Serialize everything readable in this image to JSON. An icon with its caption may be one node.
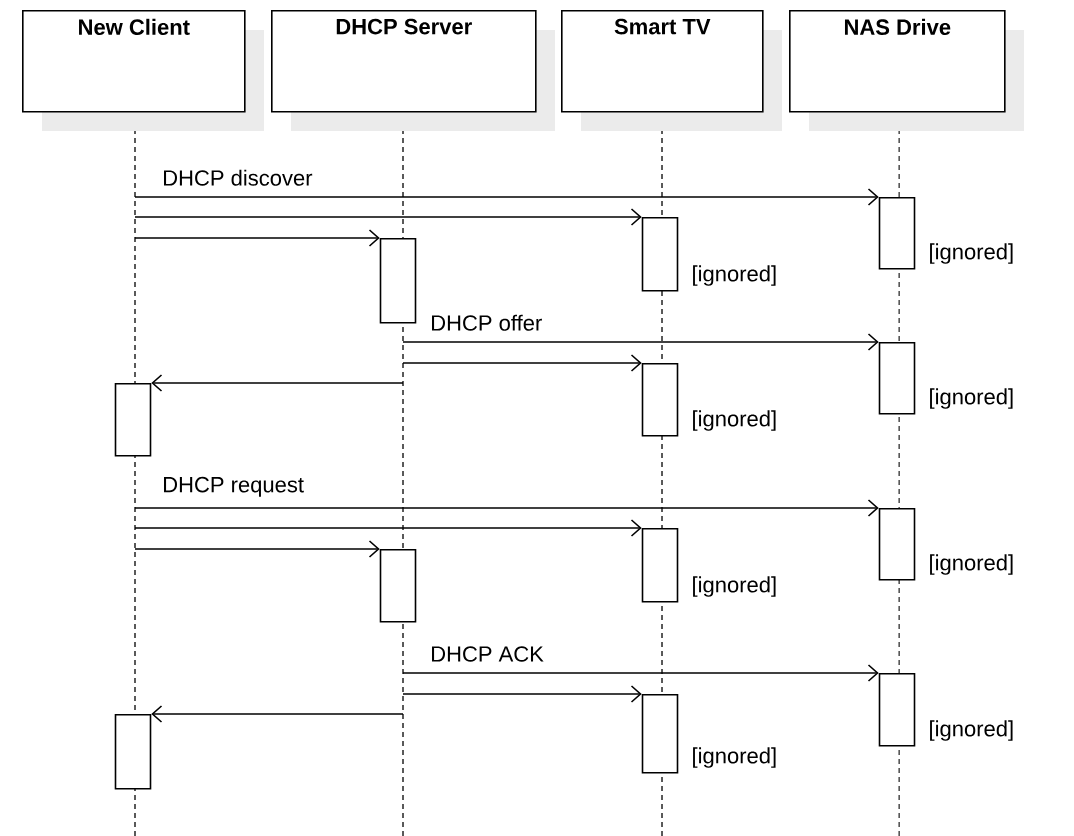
{
  "diagram": {
    "nodes": [
      {
        "text": [
          "New Client"
        ]
      },
      {
        "text": [
          "DHCP Server"
        ]
      },
      {
        "text": [
          "Smart TV"
        ]
      },
      {
        "text": [
          "NAS Drive"
        ]
      },
      {
        "text": [],
        "shape": "box",
        "beside": [
          "[ignored]"
        ]
      },
      {
        "text": [],
        "shape": "box",
        "beside": [
          "[ignored]"
        ]
      },
      {
        "text": [],
        "shape": "box"
      },
      {
        "text": [],
        "shape": "box",
        "beside": [
          "[ignored]"
        ]
      },
      {
        "text": [],
        "shape": "box",
        "beside": [
          "[ignored]"
        ]
      },
      {
        "text": [],
        "shape": "box"
      },
      {
        "text": [],
        "shape": "box",
        "beside": [
          "[ignored]"
        ]
      },
      {
        "text": [],
        "shape": "box",
        "beside": [
          "[ignored]"
        ]
      },
      {
        "text": [],
        "shape": "box"
      },
      {
        "text": [],
        "shape": "box",
        "beside": [
          "[ignored]"
        ]
      },
      {
        "text": [],
        "shape": "box",
        "beside": [
          "[ignored]"
        ]
      },
      {
        "text": [],
        "shape": "box"
      }
    ],
    "edges": [
      {
        "from": null,
        "to": 4,
        "arrow": "to",
        "label": "DHCP discover"
      },
      {
        "from": null,
        "to": 5,
        "arrow": "to"
      },
      {
        "from": null,
        "to": 6,
        "arrow": "to"
      },
      {
        "from": null,
        "to": 7,
        "arrow": "to",
        "label": "DHCP offer"
      },
      {
        "from": null,
        "to": 8,
        "arrow": "to"
      },
      {
        "from": null,
        "to": 9,
        "arrow": "to"
      },
      {
        "from": null,
        "to": 10,
        "arrow": "to",
        "label": "DHCP request"
      },
      {
        "from": null,
        "to": 11,
        "arrow": "to"
      },
      {
        "from": null,
        "to": 12,
        "arrow": "to"
      },
      {
        "from": null,
        "to": 13,
        "arrow": "to",
        "label": "DHCP ACK"
      },
      {
        "from": null,
        "to": 14,
        "arrow": "to"
      },
      {
        "from": null,
        "to": 15,
        "arrow": "to"
      }
    ]
  }
}
